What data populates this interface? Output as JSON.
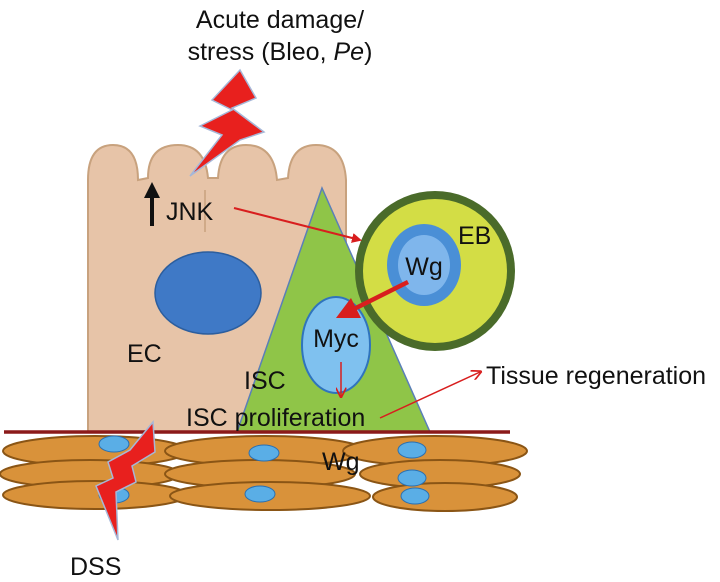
{
  "labels": {
    "stress_line1": "Acute damage/",
    "stress_line2": "stress (Bleo, ",
    "stress_italic": "Pe",
    "stress_close": ")",
    "jnk": "JNK",
    "eb": "EB",
    "wg_eb": "Wg",
    "myc": "Myc",
    "ec": "EC",
    "isc": "ISC",
    "isc_proliferation": "ISC proliferation",
    "tissue_regeneration": "Tissue regeneration",
    "wg_muscle": "Wg",
    "dss": "DSS"
  },
  "colors": {
    "ec_fill": "#e7c4a8",
    "ec_stroke": "#c8a27e",
    "nucleus": "#3f79c6",
    "isc_fill": "#8fc548",
    "eb_outer": "#4a6b2a",
    "eb_inner": "#d3dd45",
    "eb_nucleus_ring": "#4a8fd6",
    "eb_nucleus_core": "#7fb6ec",
    "myc_fill": "#7fc1ef",
    "muscle_fill": "#d9923a",
    "muscle_stroke": "#8a5515",
    "membrane": "#8b1a1a",
    "arrow_red": "#d81e1e",
    "lightning": "#e8201e"
  }
}
